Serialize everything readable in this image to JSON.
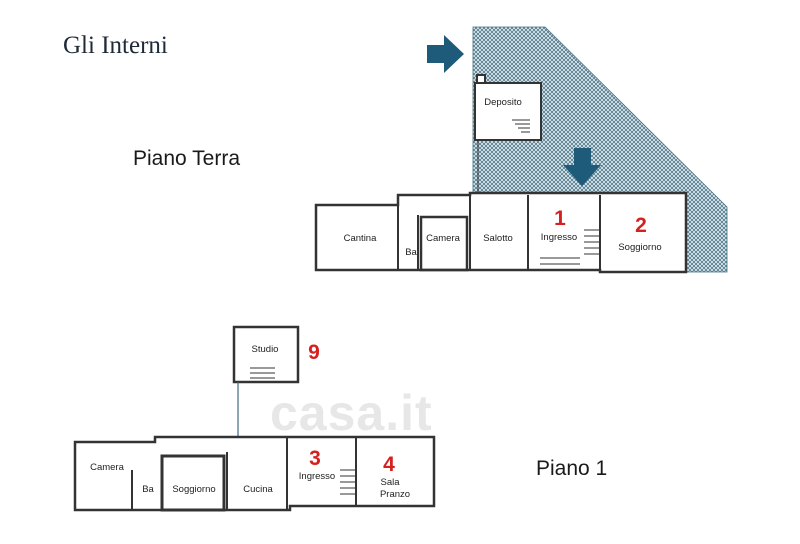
{
  "title": "Gli Interni",
  "floors": {
    "ground": "Piano Terra",
    "first": "Piano 1"
  },
  "ground_rooms": {
    "deposito": "Deposito",
    "cantina": "Cantina",
    "bagno": "Ba",
    "camera": "Camera",
    "salotto": "Salotto",
    "ingresso": "Ingresso",
    "soggiorno": "Soggiorno"
  },
  "first_rooms": {
    "studio": "Studio",
    "camera": "Camera",
    "bagno": "Ba",
    "soggiorno": "Soggiorno",
    "cucina": "Cucina",
    "ingresso": "Ingresso",
    "sala_line1": "Sala",
    "sala_line2": "Pranzo"
  },
  "markers": {
    "m1": "1",
    "m2": "2",
    "m3": "3",
    "m4": "4",
    "m9": "9"
  },
  "watermark": "casa.it",
  "colors": {
    "arrow": "#1e5a7a",
    "garden_hatch": "#3f6b80",
    "marker": "#d62020"
  },
  "icons": {
    "arrow_right": "arrow-right-icon",
    "arrow_down": "arrow-down-icon"
  }
}
